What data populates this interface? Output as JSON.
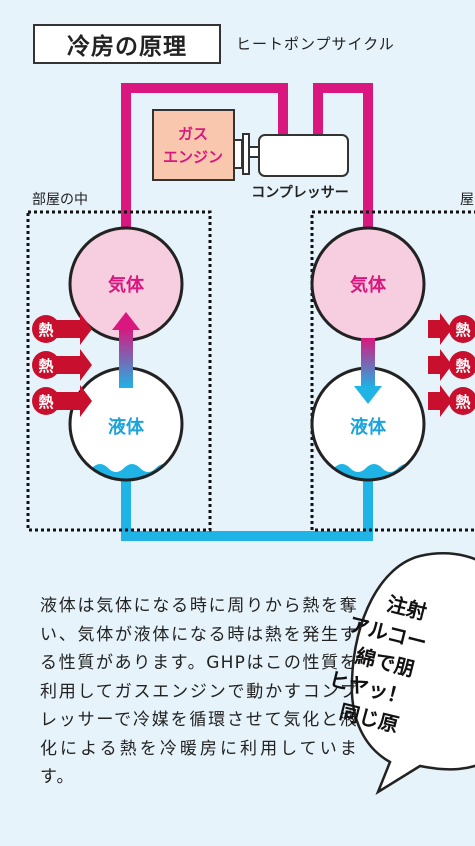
{
  "title": "冷房の原理",
  "subtitle": "ヒートポンプサイクル",
  "labels": {
    "room_inside": "部屋の中",
    "room_outside": "屋",
    "gas_engine": [
      "ガス",
      "エンジン"
    ],
    "compressor": "コンプレッサー",
    "gas_left": "気体",
    "gas_right": "気体",
    "liquid_left": "液体",
    "liquid_right": "液体",
    "heat": "熱"
  },
  "description": "液体は気体になる時に周りから熱を奪い、気体が液体になる時は熱を発生する性質があります。GHPはこの性質を利用してガスエンジンで動かすコンプレッサーで冷媒を循環させて気化と液化による熱を冷暖房に利用しています。",
  "bubble": {
    "lines": [
      "注射",
      "アルコー",
      "綿で朋",
      "ヒヤッ！",
      "同じ原"
    ]
  },
  "colors": {
    "background": "#e6f3fb",
    "gas_pipe": "#d9177e",
    "liquid_pipe": "#1fb3e6",
    "gas_circle": "#f7cde0",
    "heat_badge": "#c8102e",
    "engine_fill": "#f8c7ae",
    "text_pink": "#d9177e",
    "text_blue": "#1aa3dc"
  }
}
